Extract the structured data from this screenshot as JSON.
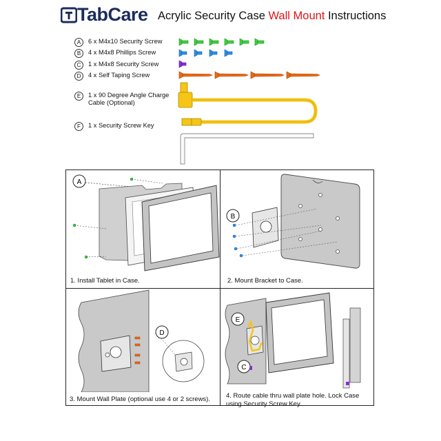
{
  "header": {
    "brand": "TabCare",
    "title_prefix": "Acrylic Security Case ",
    "title_highlight": "Wall Mount",
    "title_suffix": " Instructions"
  },
  "parts": [
    {
      "letter": "A",
      "label": "6 x M4x10 Security Screw"
    },
    {
      "letter": "B",
      "label": "4 x M4x8 Phillips Screw"
    },
    {
      "letter": "C",
      "label": "1 x M4x8 Security Screw"
    },
    {
      "letter": "D",
      "label": "4 x Self Taping Screw"
    },
    {
      "letter": "E",
      "label": "1 x 90 Degree Angle Charge Cable (Optional)"
    },
    {
      "letter": "F",
      "label": "1 x Security Screw Key"
    }
  ],
  "steps": [
    {
      "caption": "1. Install Tablet in Case.",
      "callouts": [
        "A"
      ]
    },
    {
      "caption": "2. Mount Bracket to Case.",
      "callouts": [
        "B"
      ]
    },
    {
      "caption": "3. Mount Wall Plate (optional use 4 or 2 screws).",
      "callouts": [
        "D"
      ]
    },
    {
      "caption": "4. Route cable thru wall plate hole. Lock Case using Security Screw Key.",
      "callouts": [
        "E",
        "C"
      ]
    }
  ],
  "colors": {
    "brand_navy": "#1c2c5b",
    "highlight_red": "#e0141b",
    "screw_a_green": "#3fd13f",
    "screw_b_blue": "#2f8fe6",
    "screw_c_purple": "#8a2be2",
    "screw_d_orange": "#ee6a12",
    "cable_yellow": "#f5c518",
    "key_gray": "#bfbfbf"
  }
}
